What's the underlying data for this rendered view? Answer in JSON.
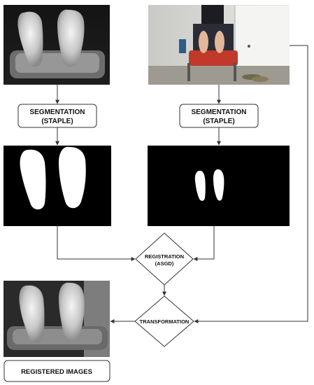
{
  "nodes": {
    "segmentation_left": {
      "line1": "SEGMENTATION",
      "line2": "(STAPLE)"
    },
    "segmentation_right": {
      "line1": "SEGMENTATION",
      "line2": "(STAPLE)"
    },
    "registration": {
      "line1": "REGISTRATION",
      "line2": "(ASGD)"
    },
    "transformation": {
      "label": "TRANSFORMATION"
    },
    "registered_images": {
      "label": "REGISTERED IMAGES"
    }
  },
  "images": {
    "thermal_input": "thermal-feet-image",
    "visible_input": "visible-feet-photo",
    "thermal_mask": "thermal-segmentation-mask",
    "visible_mask": "visible-segmentation-mask",
    "registered_output": "registered-thermal-image"
  },
  "colors": {
    "line": "#333333",
    "mask_bg": "#000000",
    "mask_fg": "#ffffff"
  }
}
